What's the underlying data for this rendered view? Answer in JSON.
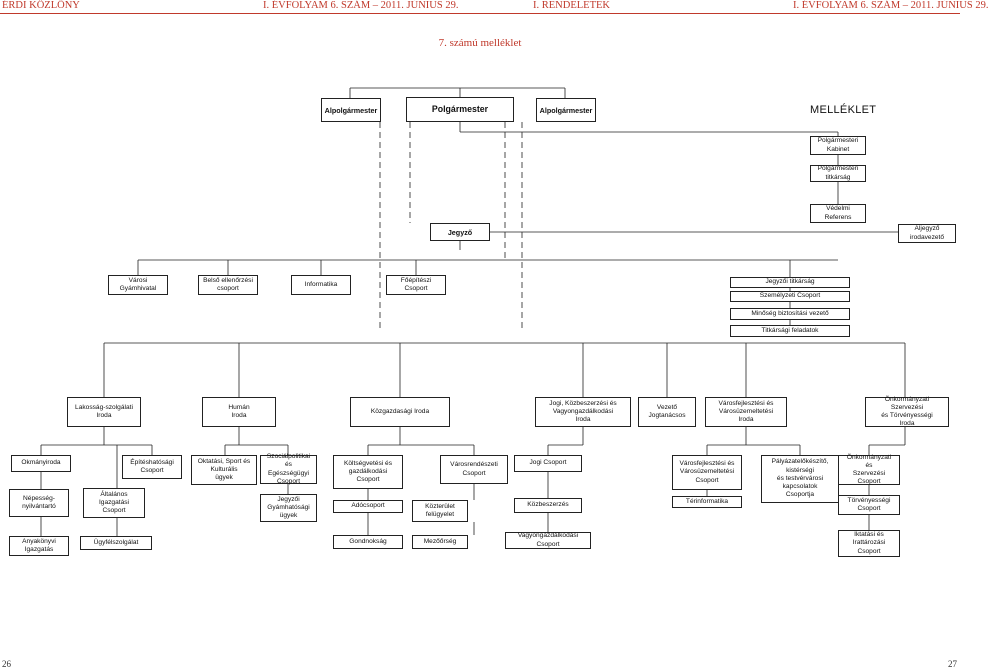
{
  "header": {
    "left": "ÉRDI KÖZLÖNY",
    "center_left": "I. ÉVFOLYAM 6. SZÁM – 2011. JÚNIUS 29.",
    "center_right": "I. RENDELETEK",
    "right": "I. ÉVFOLYAM 6. SZÁM – 2011. JÚNIUS 29.",
    "color": "#c0392b"
  },
  "annex_title": "7. számú melléklet",
  "melleklet": "MELLÉKLET",
  "page_numbers": {
    "left": "26",
    "right": "27"
  },
  "top": {
    "alpolgarmester_left": "Alpolgármester",
    "polgarmester": "Polgármester",
    "alpolgarmester_right": "Alpolgármester",
    "kabinet": "Polgármesteri\nKabinet",
    "titkarsag": "Polgármesteri\ntitkárság",
    "vedelmi": "Védelmi\nReferens",
    "jegyzo": "Jegyző",
    "aljegyzo": "Aljegyző\nirodavezető"
  },
  "row2": {
    "gyamhivatal": "Városi\nGyámhivatal",
    "belso": "Belső ellenőrzési\ncsoport",
    "informatika": "Informatika",
    "foepitesz": "Főépítészi\nCsoport",
    "jegyzoi_titkarsag": "Jegyzői titkárság",
    "szemelyzeti": "Személyzeti Csoport",
    "minoseg": "Minőség biztosítási vezető",
    "titkarsagi": "Titkársági feladatok"
  },
  "offices": {
    "lakossag": "Lakosság-szolgálati\nIroda",
    "human": "Humán\nIroda",
    "kozgazdasagi": "Közgazdasági Iroda",
    "jogi": "Jogi, Közbeszerzési és\nVagyongazdálkodási\nIroda",
    "vezeto": "Vezető\nJogtanácsos",
    "varosfejlesztesi": "Városfejlesztési és\nVárosüzemeltetési\nIroda",
    "onkormanyzati": "Önkormányzati Szervezési\nés Törvényességi\nIroda"
  },
  "groups": {
    "okmanyiroda": "Okmányiroda",
    "nepesseg": "Népesség-\nnyilvántartó",
    "altalanos": "Általános\nIgazgatási\nCsoport",
    "anyakonyvi": "Anyakönyvi\nIgazgatás",
    "ugyfelszolgalat": "Ügyfélszolgálat",
    "epitesugyi": "Építéshatósági\nCsoport",
    "oktatasi": "Oktatási, Sport és\nKulturális\nügyek",
    "szocialpolitikai": "Szociálpolitikai és\nEgészségügyi\nCsoport",
    "gyamhatosagi": "Jegyzői\nGyámhatósági\nügyek",
    "koltsegvetesi": "Költségvetési és\ngazdálkodási\nCsoport",
    "adocsoport": "Adócsoport",
    "gondnoksag": "Gondnokság",
    "varosrendeszeti": "Városrendészeti\nCsoport",
    "kozterulet": "Közterület\nfelügyelet",
    "mezoorseg": "Mezőőrség",
    "jogi_csoport": "Jogi Csoport",
    "kozbeszerzes": "Közbeszerzés",
    "vagyongazdalkodasi": "Vagyongazdálkodási\nCsoport",
    "varosfejl_csoport": "Városfejlesztési és\nVárosüzemeltetési\nCsoport",
    "terinformatika": "Térinformatika",
    "palyazat": "Pályázatelőkészítő,\nkistérségi\nés testvérvárosi\nkapcsolatok\nCsoportja",
    "onkorm_csoport": "Önkormányzati\nés\nSzervezési Csoport",
    "torvenyessegi": "Törvényességi\nCsoport",
    "iktatasi": "Iktatási és\nIrattározási\nCsoport"
  }
}
